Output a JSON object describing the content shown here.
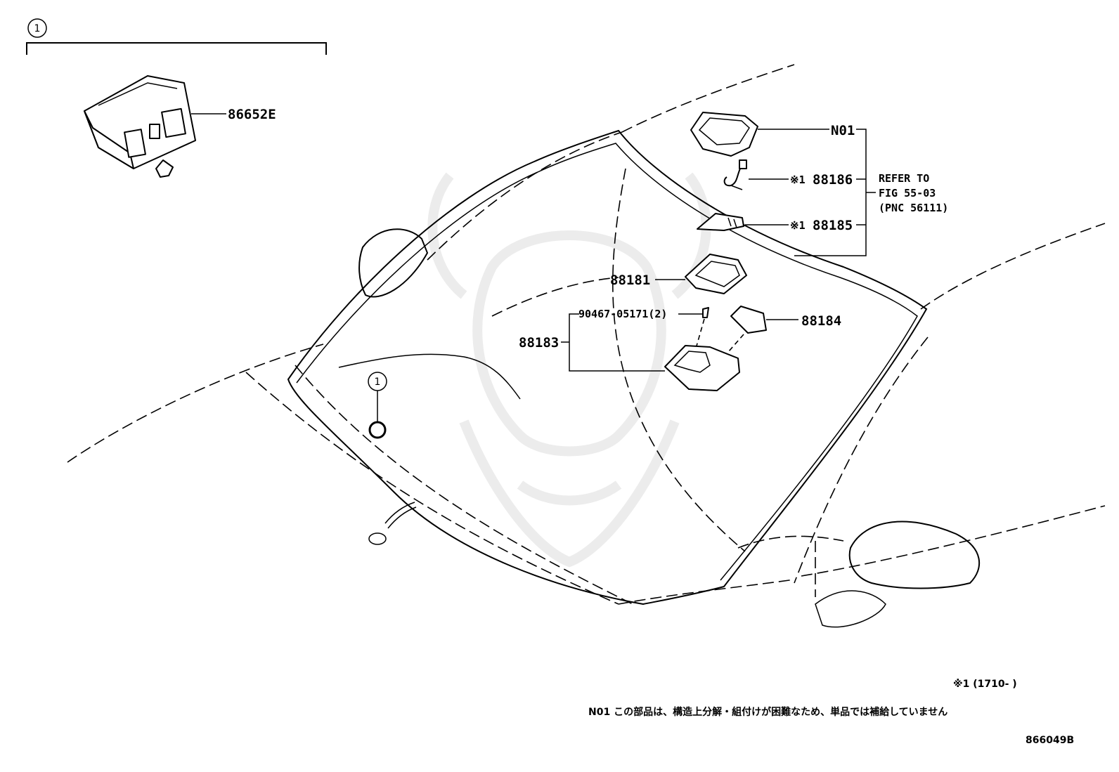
{
  "diagram": {
    "ref_circle_number": "1",
    "parts": {
      "p86652E": "86652E",
      "pN01": "N01",
      "p88186": "88186",
      "p88185": "88185",
      "p88181": "88181",
      "p88183": "88183",
      "p90467": "90467-05171(2)",
      "p88184": "88184"
    },
    "note_mark": "※1",
    "refer_to": [
      "REFER TO",
      "FIG 55-03",
      "(PNC 56111)"
    ],
    "footnote_mark": "※1 (1710-       )",
    "footnote_n01": "N01 この部品は、構造上分解・組付けが困難なため、単品では補給していません",
    "figure_id": "866049B"
  }
}
